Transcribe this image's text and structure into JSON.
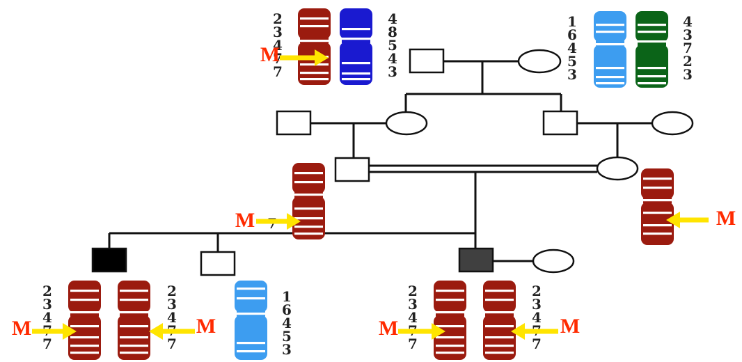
{
  "colors": {
    "maroon": "#9b1b0f",
    "blue": "#1a1ad0",
    "light_blue": "#3d9df0",
    "green": "#0b6418",
    "affected": "#000000",
    "affected_dark": "#404040",
    "mutation_label": "#ff2a00",
    "arrow": "#ffe400"
  },
  "mutation_label": "M",
  "haplotypes": {
    "gp1_left": [
      "2",
      "3",
      "4",
      "7",
      "7"
    ],
    "gp1_right": [
      "4",
      "8",
      "5",
      "4",
      "3"
    ],
    "gp2_left": [
      "1",
      "6",
      "4",
      "5",
      "3"
    ],
    "gp2_right": [
      "4",
      "3",
      "7",
      "2",
      "3"
    ],
    "father_mid": "7",
    "c1_left": [
      "2",
      "3",
      "4",
      "7",
      "7"
    ],
    "c1_right": [
      "2",
      "3",
      "4",
      "7",
      "7"
    ],
    "c2": [
      "1",
      "6",
      "4",
      "5",
      "3"
    ],
    "c3_left": [
      "2",
      "3",
      "4",
      "7",
      "7"
    ],
    "c3_right": [
      "2",
      "3",
      "4",
      "7",
      "7"
    ]
  }
}
